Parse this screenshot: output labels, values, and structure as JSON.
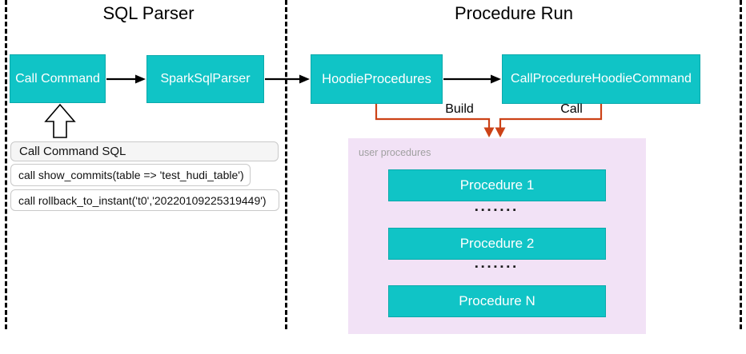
{
  "colors": {
    "node_teal": "#10c4c6",
    "connector_orange": "#cc4217",
    "user_procedures_bg": "#f2e2f6",
    "sql_header_bg": "#f5f5f5",
    "arrow_black": "#000000"
  },
  "sections": {
    "sql_parser": {
      "title": "SQL Parser",
      "nodes": {
        "call_command": "Call Command",
        "spark_sql_parser": "SparkSqlParser"
      },
      "sql_panel": {
        "header": "Call Command SQL",
        "rows": [
          "call show_commits(table => 'test_hudi_table')",
          "call rollback_to_instant('t0','20220109225319449')"
        ]
      }
    },
    "procedure_run": {
      "title": "Procedure Run",
      "nodes": {
        "hoodie_procedures": "HoodieProcedures",
        "call_procedure_hoodie_command": "CallProcedureHoodieCommand"
      },
      "edge_labels": {
        "build": "Build",
        "call": "Call"
      },
      "user_procedures": {
        "label": "user procedures",
        "items": [
          "Procedure 1",
          "Procedure 2",
          "Procedure N"
        ],
        "ellipsis": "▪▪▪▪▪▪▪"
      }
    }
  }
}
